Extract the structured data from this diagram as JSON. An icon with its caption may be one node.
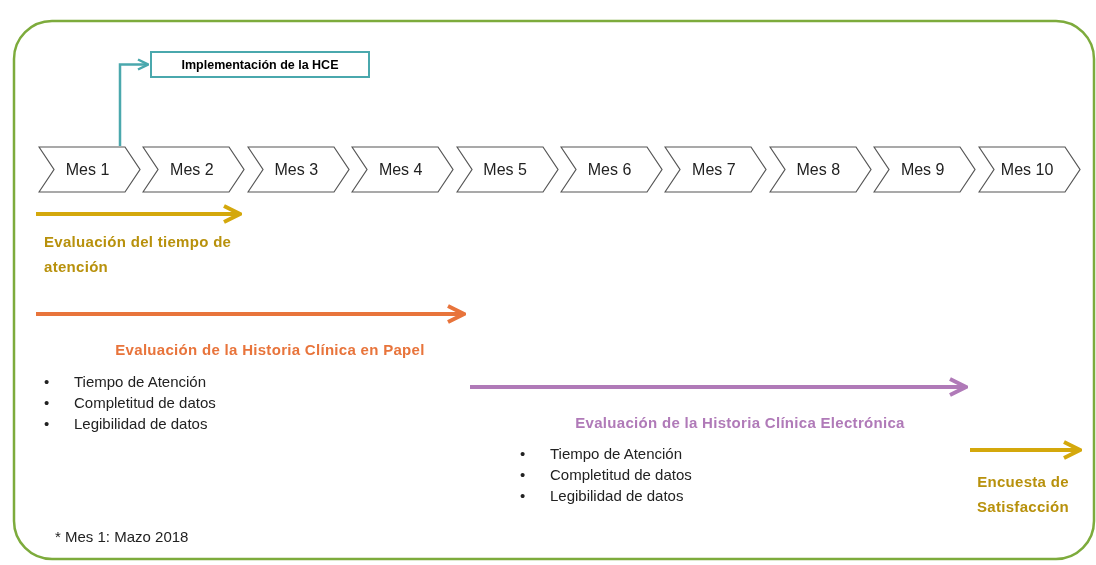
{
  "diagram": {
    "nodes": [
      {
        "text": [
          "Implementación de la HCE"
        ]
      },
      {
        "text": [
          "Mes 1"
        ]
      },
      {
        "text": [
          "Mes 2"
        ]
      },
      {
        "text": [
          "Mes 3"
        ]
      },
      {
        "text": [
          "Mes 4"
        ]
      },
      {
        "text": [
          "Mes 5"
        ]
      },
      {
        "text": [
          "Mes 6"
        ]
      },
      {
        "text": [
          "Mes 7"
        ]
      },
      {
        "text": [
          "Mes 8"
        ]
      },
      {
        "text": [
          "Mes 9"
        ]
      },
      {
        "text": [
          "Mes 10"
        ]
      }
    ],
    "edges": [
      {
        "from": 1,
        "to": 0,
        "arrow": "to"
      }
    ],
    "labels": [
      "Evaluación del tiempo de atención",
      "Evaluación de la Historia Clínica en Papel",
      "•",
      "Tiempo de Atención",
      "•",
      "Completitud de datos",
      "•",
      "Legibilidad de datos",
      "Evaluación de la Historia Clínica Electrónica",
      "•",
      "Tiempo de Atención",
      "•",
      "Completitud de datos",
      "•",
      "Legibilidad de datos",
      "Encuesta de Satisfacción",
      "* Mes 1: Mazo 2018"
    ]
  }
}
